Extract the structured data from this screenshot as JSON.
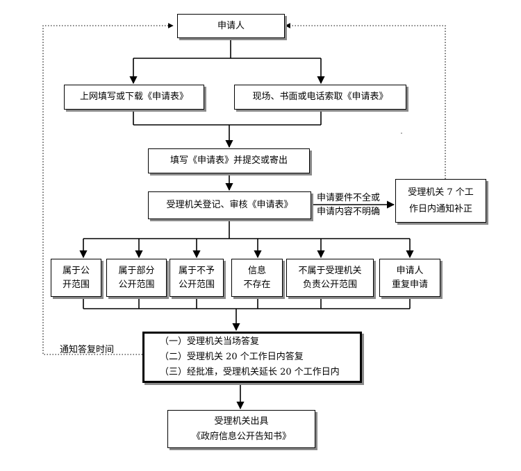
{
  "applicant": "申请人",
  "online": "上网填写或下载《申请表》",
  "onsite": "现场、书面或电话索取《申请表》",
  "fill_submit": "填写《申请表》并提交或寄出",
  "register": "受理机关登记、审核《申请表》",
  "incomplete": [
    "申请要件不全或",
    "申请内容不明确"
  ],
  "notify_fix": [
    "受理机关 7 个工",
    "作日内通知补正"
  ],
  "categories": [
    [
      "属于公",
      "开范围"
    ],
    [
      "属于部分",
      "公开范围"
    ],
    [
      "属于不予",
      "公开范围"
    ],
    [
      "信息",
      "不存在"
    ],
    [
      "不属于受理机关",
      "负责公开范围"
    ],
    [
      "申请人",
      "重复申请"
    ]
  ],
  "reply_options": [
    "（一）受理机关当场答复",
    "（二）受理机关 20 个工作日内答复",
    "（三）经批准，受理机关延长 20 个工作日内"
  ],
  "notify_time": "通知答复时间",
  "issue": [
    "受理机关出具",
    "《政府信息公开告知书》"
  ]
}
